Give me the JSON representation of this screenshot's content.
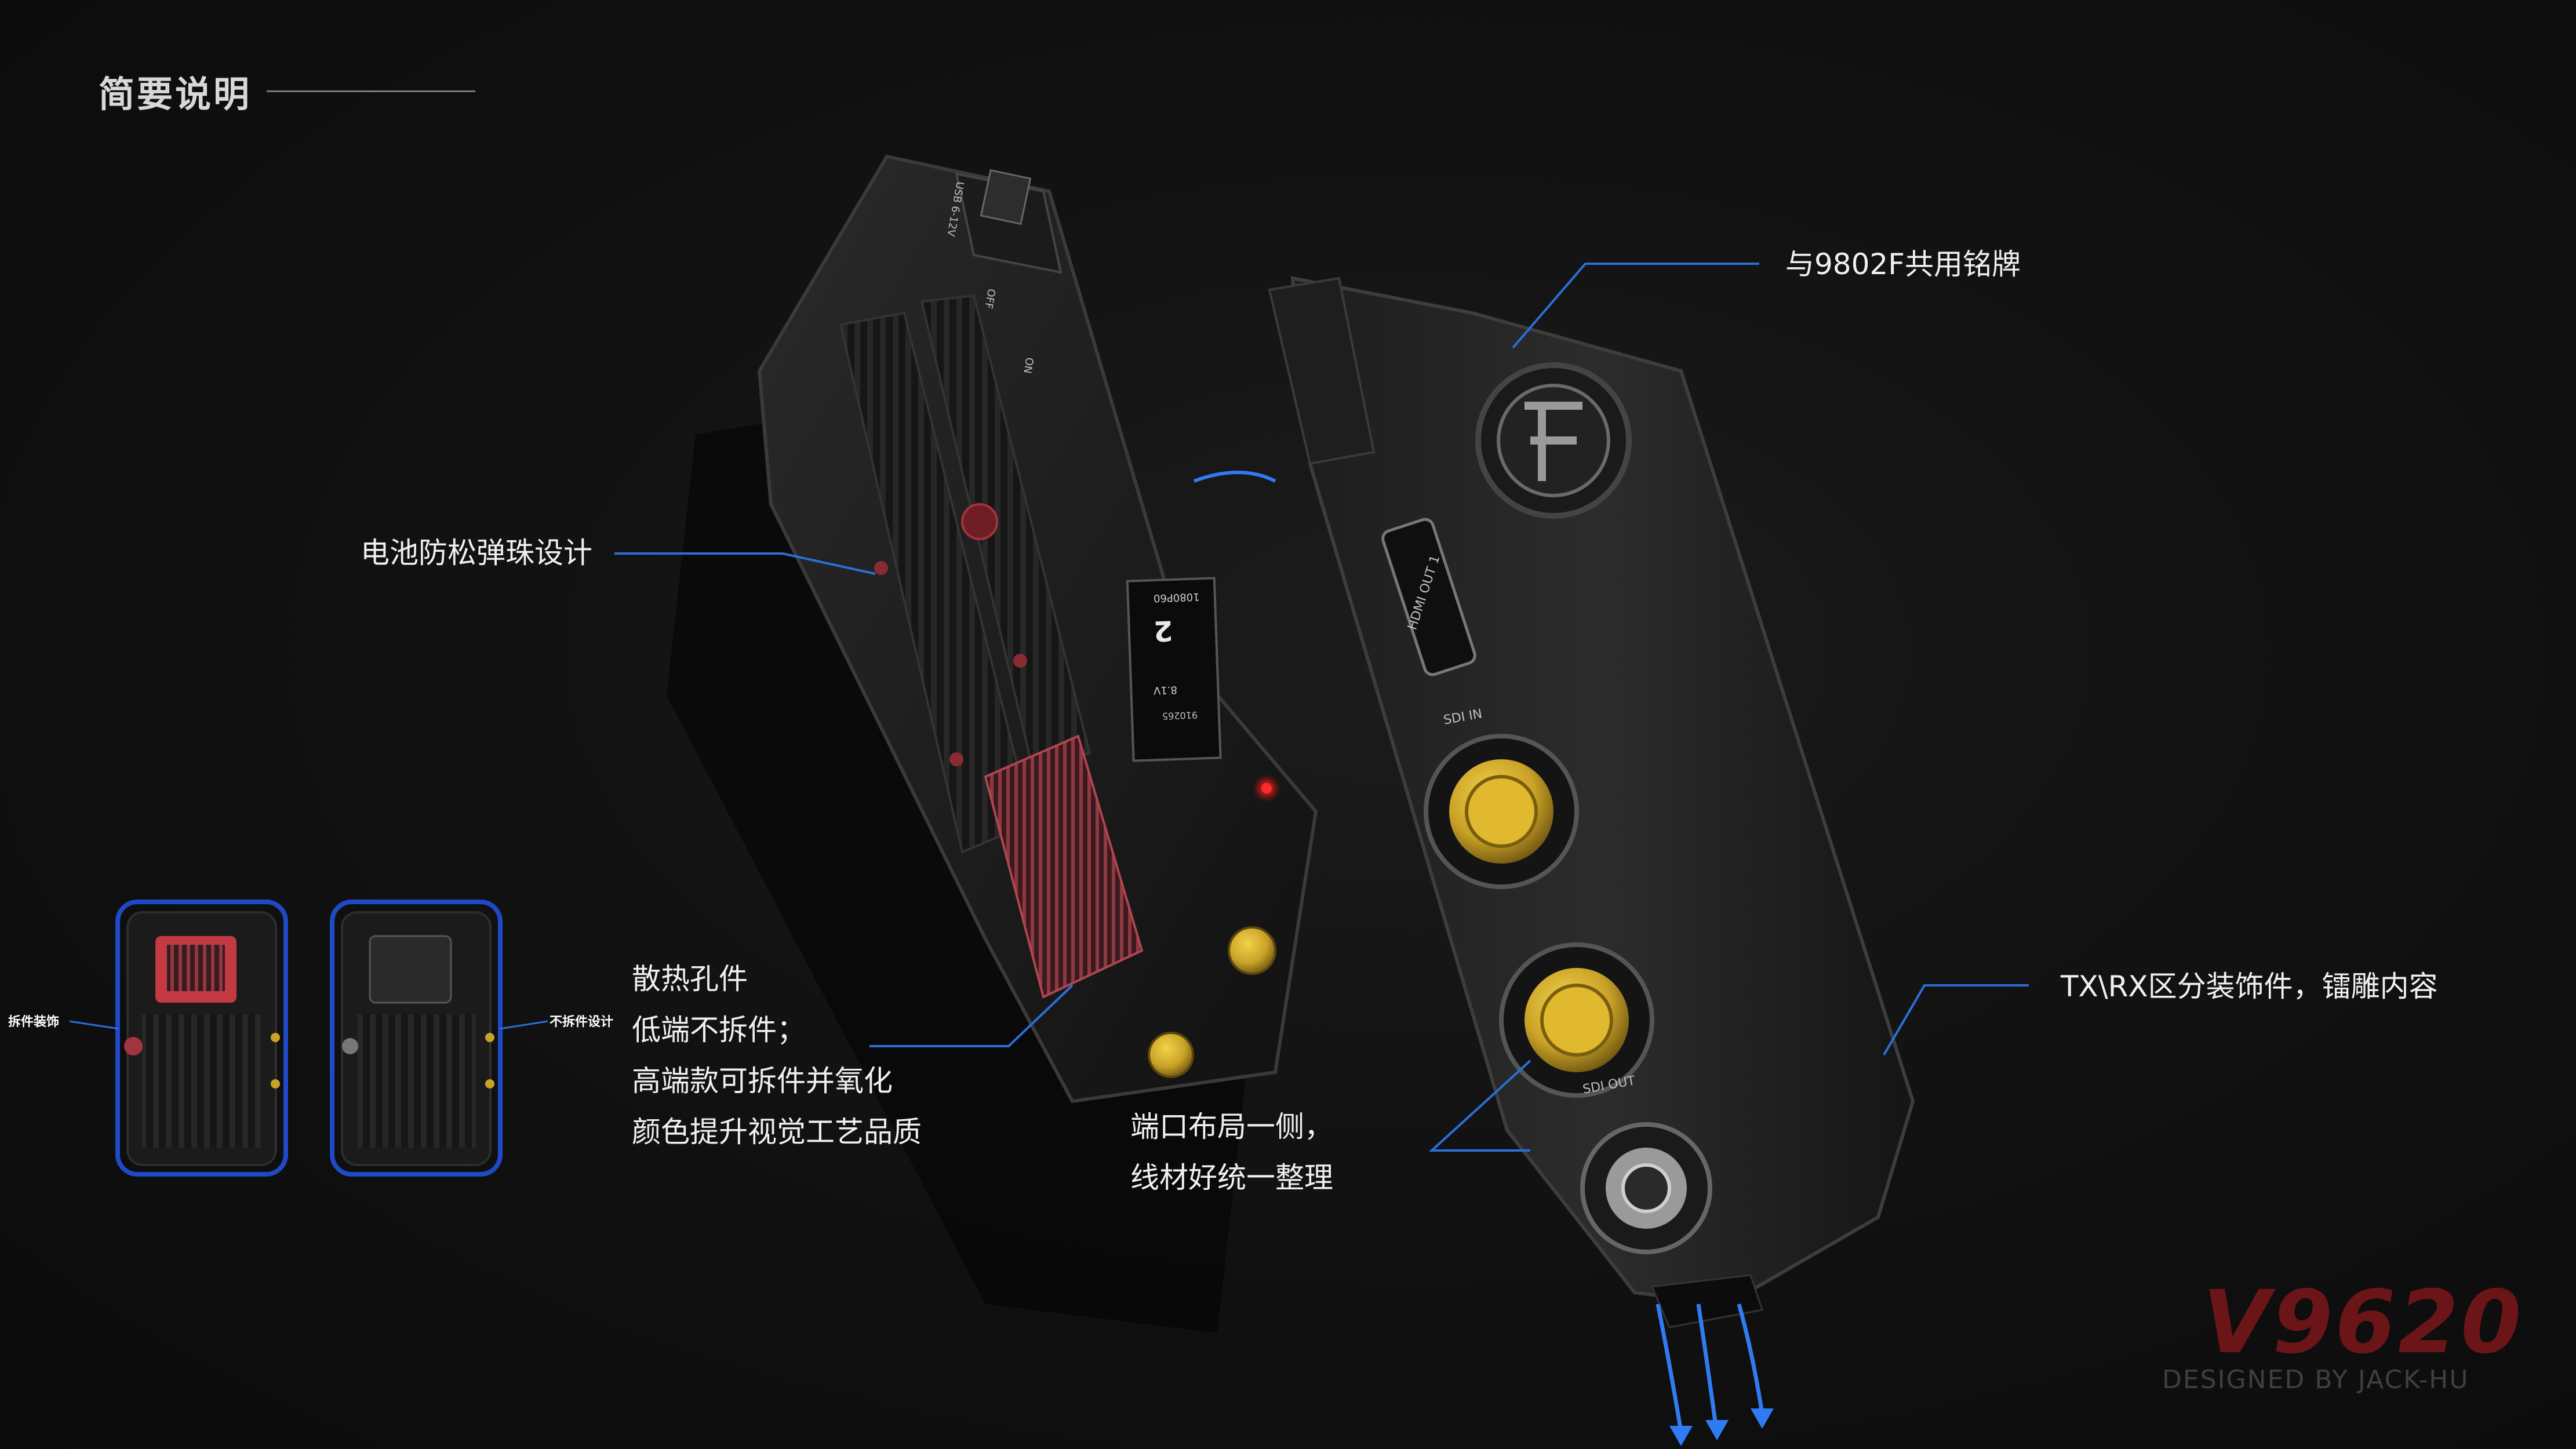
{
  "header": {
    "title": "简要说明"
  },
  "annotations": {
    "nameplate": "与9802F共用铭牌",
    "battery_spring": "电池防松弹珠设计",
    "heat_sink": [
      "散热孔件",
      "低端不拆件；",
      "高端款可拆件并氧化",
      "颜色提升视觉工艺品质"
    ],
    "ports": [
      "端口布局一侧，",
      "线材好统一整理"
    ],
    "tx_rx_trim": "TX\\RX区分装饰件，镭雕内容"
  },
  "thumbnails": {
    "left_label": "拆件装饰",
    "right_label": "不拆件设计"
  },
  "device": {
    "port_labels": {
      "hdmi": "HDMI OUT 1",
      "sdi_in": "SDI IN",
      "sdi_out": "SDI OUT"
    },
    "screen": {
      "channel": "2",
      "resolution": "1080P60",
      "voltage": "8.1V",
      "id": "910265"
    },
    "switch": {
      "off": "OFF",
      "on": "ON"
    },
    "power_label": "USB 6-12V"
  },
  "brand": {
    "logo": "V9620",
    "credit": "DESIGNED BY JACK-HU"
  },
  "colors": {
    "accent_red": "#d2303a",
    "brass": "#c9a227",
    "annotation_line": "#2a6fd6",
    "airflow_arrow": "#2f7cf2"
  }
}
